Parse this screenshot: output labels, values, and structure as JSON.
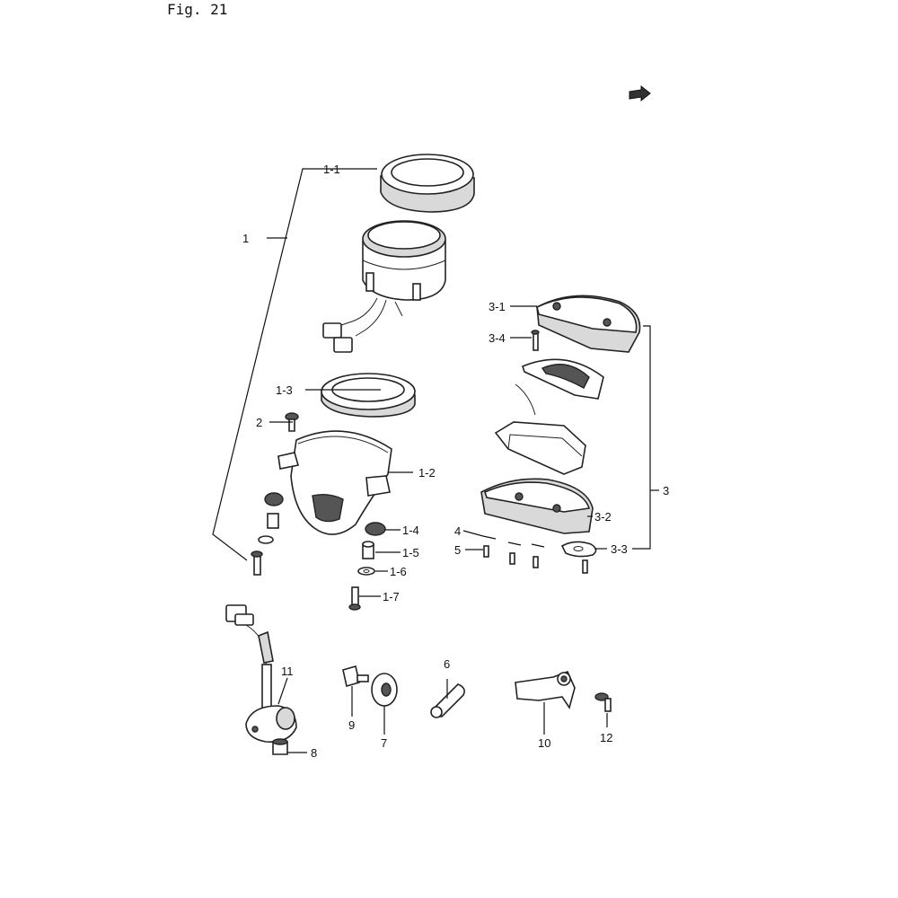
{
  "figure": {
    "title": "Fig. 21"
  },
  "icons": {
    "front_arrow": "fwd-arrow-icon"
  },
  "callouts": {
    "c1": "1",
    "c1_1": "1-1",
    "c1_2": "1-2",
    "c1_3": "1-3",
    "c1_4": "1-4",
    "c1_5": "1-5",
    "c1_6": "1-6",
    "c1_7": "1-7",
    "c2": "2",
    "c3": "3",
    "c3_1": "3-1",
    "c3_2": "3-2",
    "c3_3": "3-3",
    "c3_4": "3-4",
    "c4": "4",
    "c5": "5",
    "c6": "6",
    "c7": "7",
    "c8": "8",
    "c9": "9",
    "c10": "10",
    "c11": "11",
    "c12": "12"
  }
}
